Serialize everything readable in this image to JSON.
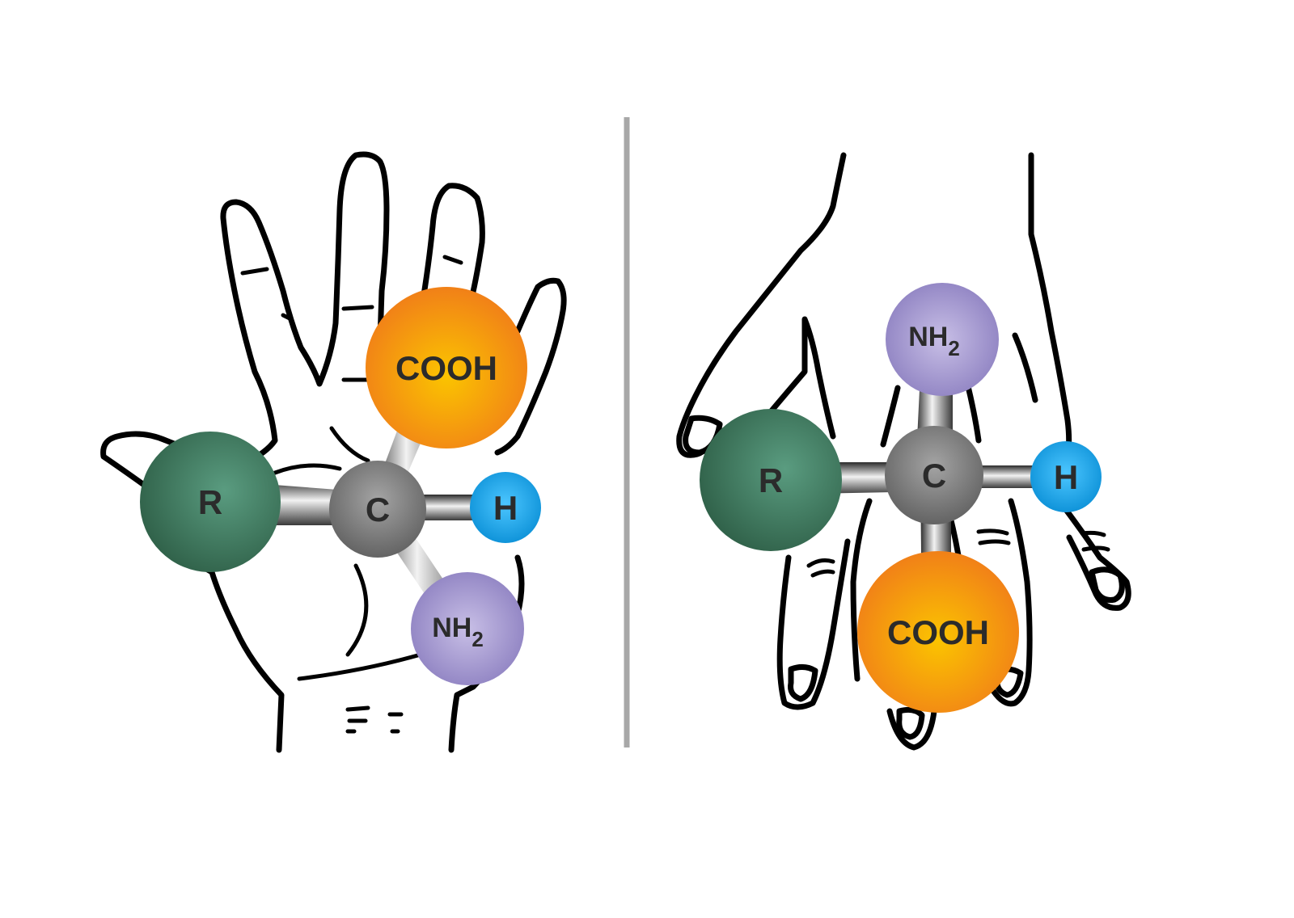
{
  "molecules": [
    {
      "side": "left",
      "hand": "open-palm",
      "atoms": {
        "center": "C",
        "r": "R",
        "cooh": "COOH",
        "h": "H",
        "nh2_main": "NH",
        "nh2_sub": "2"
      }
    },
    {
      "side": "right",
      "hand": "back-of-hand",
      "atoms": {
        "center": "C",
        "r": "R",
        "cooh": "COOH",
        "h": "H",
        "nh2_main": "NH",
        "nh2_sub": "2"
      }
    }
  ],
  "colors": {
    "r_group": "#3d7a5e",
    "carbon": "#8a8a8a",
    "cooh": "#f7a21b",
    "hydrogen": "#1aa6e8",
    "amine": "#9b8fcc",
    "mirror_line": "#a8a8a8",
    "outline": "#000000"
  },
  "icons": [
    "left-hand-icon",
    "right-hand-icon"
  ]
}
